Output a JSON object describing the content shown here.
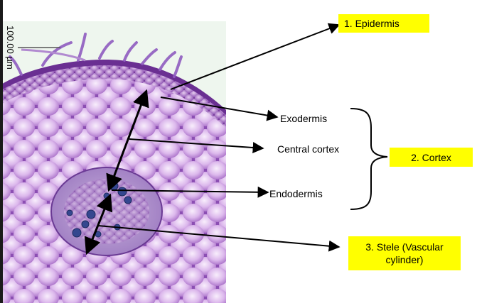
{
  "scale_bar": {
    "label": "100.00 µm"
  },
  "labels": {
    "epidermis": "1. Epidermis",
    "exodermis": "Exodermis",
    "central_cortex": "Central cortex",
    "cortex": "2. Cortex",
    "endodermis": "Endodermis",
    "stele_line1": "3. Stele (Vascular",
    "stele_line2": "cylinder)"
  },
  "colors": {
    "highlight": "#ffff00",
    "cell_fill": "#e2c6ee",
    "cell_wall": "#7a3f9e",
    "stain_dark": "#5a2a80",
    "vascular": "#2d3f8c"
  }
}
